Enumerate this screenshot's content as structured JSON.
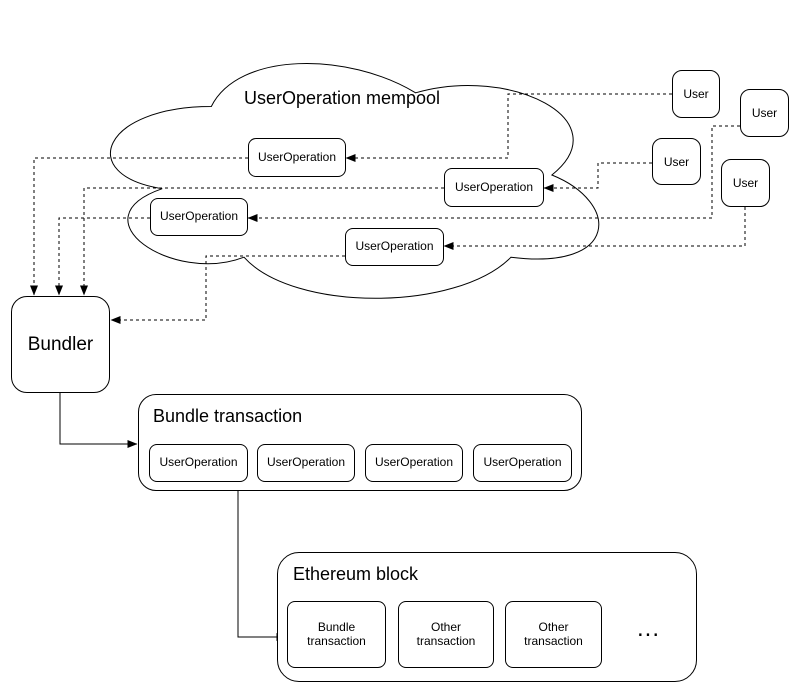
{
  "mempool": {
    "title": "UserOperation mempool",
    "operations": [
      "UserOperation",
      "UserOperation",
      "UserOperation",
      "UserOperation"
    ]
  },
  "users": [
    {
      "label": "User"
    },
    {
      "label": "User"
    },
    {
      "label": "User"
    },
    {
      "label": "User"
    }
  ],
  "bundler": {
    "label": "Bundler"
  },
  "bundle_transaction": {
    "title": "Bundle transaction",
    "operations": [
      "UserOperation",
      "UserOperation",
      "UserOperation",
      "UserOperation"
    ]
  },
  "ethereum_block": {
    "title": "Ethereum block",
    "transactions": [
      "Bundle transaction",
      "Other transaction",
      "Other transaction"
    ],
    "ellipsis": "..."
  },
  "colors": {
    "stroke": "#000000",
    "box_fill": "#ffffff",
    "text": "#000000",
    "background": "#ffffff"
  }
}
